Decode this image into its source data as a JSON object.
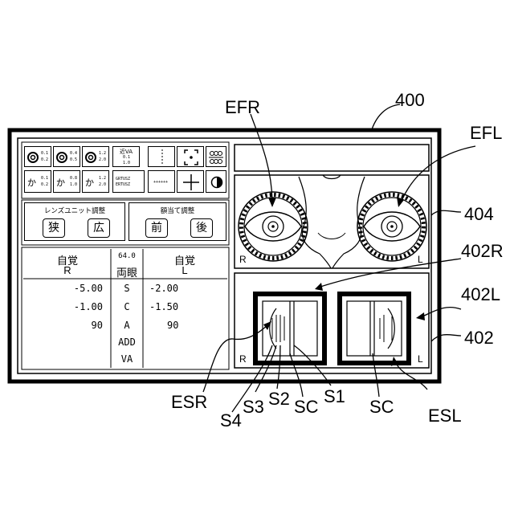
{
  "callouts": {
    "device": "400",
    "efr": "EFR",
    "efl": "EFL",
    "front_panel": "404",
    "side_panel_r": "402R",
    "side_panel_l": "402L",
    "side_panel": "402",
    "esr": "ESR",
    "s4": "S4",
    "s3": "S3",
    "s2": "S2",
    "sc_right": "SC",
    "s1": "S1",
    "sc_left": "SC",
    "esl": "ESL"
  },
  "toolbar": {
    "row1": [
      {
        "icon": "eye-chart-icon",
        "label1": "0.1",
        "label2": "0.2"
      },
      {
        "icon": "eye-chart-icon",
        "label1": "0.4",
        "label2": "0.5"
      },
      {
        "icon": "eye-chart-icon",
        "label1": "1.2",
        "label2": "2.0"
      },
      {
        "icon": "near-va-icon",
        "label0": "近VA",
        "label1": "0.1",
        "label2": "1.0"
      },
      {
        "icon": "vertical-lines-icon"
      },
      {
        "icon": "focus-target-icon"
      },
      {
        "icon": "dot-grid-icon"
      }
    ],
    "row2": [
      {
        "icon": "hiragana-chart-icon",
        "char": "か",
        "label1": "0.1",
        "label2": "0.2"
      },
      {
        "icon": "hiragana-chart-icon",
        "char": "か",
        "label1": "0.8",
        "label2": "1.0"
      },
      {
        "icon": "hiragana-chart-icon",
        "char": "か",
        "label1": "1.2",
        "label2": "2.0"
      },
      {
        "icon": "text-chart-icon",
        "label1": "GRTUSZ",
        "label2": "ERTUSZ"
      },
      {
        "icon": "dots-row-icon",
        "label1": "++++++"
      },
      {
        "icon": "crosshair-icon"
      },
      {
        "icon": "contrast-icon"
      }
    ]
  },
  "lens_unit": {
    "title": "レンズユニット調整",
    "narrow": "狭",
    "wide": "広"
  },
  "forehead": {
    "title": "額当て調整",
    "front": "前",
    "back": "後"
  },
  "table": {
    "right_header": "自覚",
    "right_sub": "R",
    "center_top": "64.0",
    "center_header": "両眼",
    "left_header": "自覚",
    "left_sub": "L",
    "rows": [
      {
        "r": "-5.00",
        "label": "S",
        "l": "-2.00"
      },
      {
        "r": "-1.00",
        "label": "C",
        "l": "-1.50"
      },
      {
        "r": "90",
        "label": "A",
        "l": "90"
      },
      {
        "r": "",
        "label": "ADD",
        "l": ""
      },
      {
        "r": "",
        "label": "VA",
        "l": ""
      }
    ]
  },
  "front_view": {
    "right_mark": "R",
    "left_mark": "L"
  },
  "side_view": {
    "right_mark": "R",
    "left_mark": "L"
  }
}
